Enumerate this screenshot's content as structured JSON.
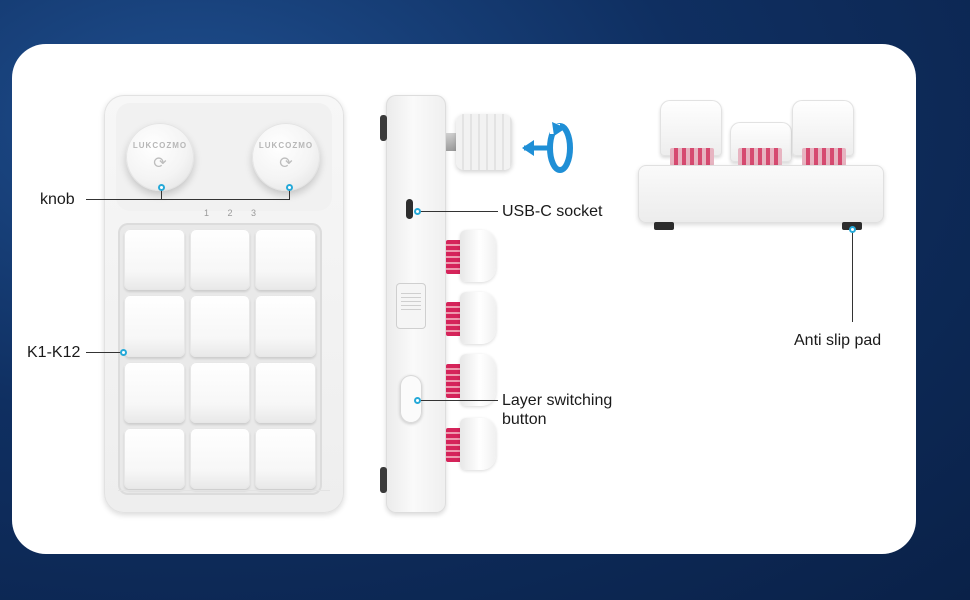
{
  "annotations": {
    "knob": "knob",
    "keys": "K1-K12",
    "usb": "USB-C socket",
    "layer_button_line1": "Layer switching",
    "layer_button_line2": "button",
    "anti_slip": "Anti slip pad"
  },
  "device": {
    "knob_brand_text": "LUKCOZMO",
    "layer_numbers": "1 2 3",
    "key_count": 12
  },
  "colors": {
    "background": "#0f2f61",
    "callout_accent": "#26a9d8",
    "switch_pink": "#d5245a",
    "rotate_arrow": "#1f8fd6"
  },
  "icons": {
    "rotation": "rotate-arrow-icon"
  }
}
